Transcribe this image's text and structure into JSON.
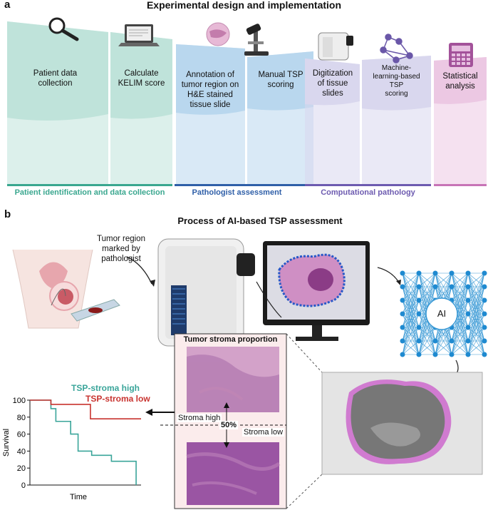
{
  "panel_a": {
    "letter": "a",
    "title": "Experimental design and implementation",
    "steps": [
      {
        "label_lines": [
          "Patient data",
          "collection"
        ]
      },
      {
        "label_lines": [
          "Calculate",
          "KELIM score"
        ]
      },
      {
        "label_lines": [
          "Annotation of",
          "tumor region on",
          "H&E stained",
          "tissue slide"
        ]
      },
      {
        "label_lines": [
          "Manual TSP",
          "scoring"
        ]
      },
      {
        "label_lines": [
          "Digitization",
          "of tissue",
          "slides"
        ]
      },
      {
        "label_lines": [
          "Machine-",
          "learning-based",
          "TSP",
          "scoring"
        ]
      },
      {
        "label_lines": [
          "Statistical",
          "analysis"
        ]
      }
    ],
    "phases": [
      {
        "label": "Patient identification and data collection",
        "color": "#3aa78f"
      },
      {
        "label": "Pathologist assessment",
        "color": "#2f5fa8"
      },
      {
        "label": "Computational pathology",
        "color": "#6d5bb0"
      },
      {
        "label": "",
        "color": "#c774b6"
      }
    ],
    "colors": {
      "green": "#bfe3da",
      "blue": "#b9d7ee",
      "purple": "#d9d7ee",
      "pink": "#ecc8e3"
    }
  },
  "panel_b": {
    "letter": "b",
    "title": "Process of AI-based TSP assessment",
    "tumor_region_label": [
      "Tumor region",
      "marked by",
      "pathologist"
    ],
    "ai_label": "AI",
    "tsp_box_title": "Tumor stroma proportion",
    "stroma_high": "Stroma high",
    "stroma_low": "Stroma low",
    "threshold": "50%",
    "legend": {
      "high": "TSP-stroma high",
      "low": "TSP-stroma low",
      "high_color": "#3aa59a",
      "low_color": "#c8332f"
    },
    "km_axes": {
      "ylabel": "Survival",
      "xlabel": "Time",
      "yticks": [
        "100",
        "80",
        "60",
        "40",
        "20",
        "0"
      ]
    }
  },
  "chart_data": {
    "type": "line",
    "title": "",
    "xlabel": "Time",
    "ylabel": "Survival",
    "ylim": [
      0,
      100
    ],
    "series": [
      {
        "name": "TSP-stroma high",
        "x": [
          0,
          1.7,
          1.7,
          2.1,
          2.1,
          3.3,
          3.3,
          3.9,
          3.9,
          5.0,
          5.0,
          6.6,
          6.6,
          8.6,
          8.6
        ],
        "values": [
          100,
          100,
          90,
          90,
          75,
          75,
          60,
          60,
          40,
          40,
          35,
          35,
          28,
          28,
          0
        ]
      },
      {
        "name": "TSP-stroma low",
        "x": [
          0,
          1.7,
          1.7,
          4.9,
          4.9,
          9.0
        ],
        "values": [
          100,
          100,
          95,
          95,
          78,
          78
        ]
      }
    ]
  }
}
